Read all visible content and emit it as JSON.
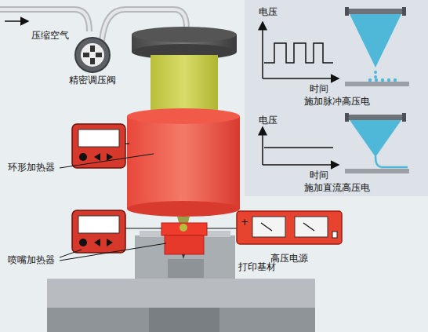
{
  "diagram": {
    "nodes": [
      {
        "text": [
          "高压电源"
        ]
      }
    ],
    "labels": [
      "压缩空气",
      "精密调压阀",
      "电压",
      "时间",
      "施加脉冲高压电",
      "电压",
      "时间",
      "施加直流高压电",
      "环形加热器",
      "喷嘴加热器",
      "+",
      "打印基材"
    ]
  }
}
